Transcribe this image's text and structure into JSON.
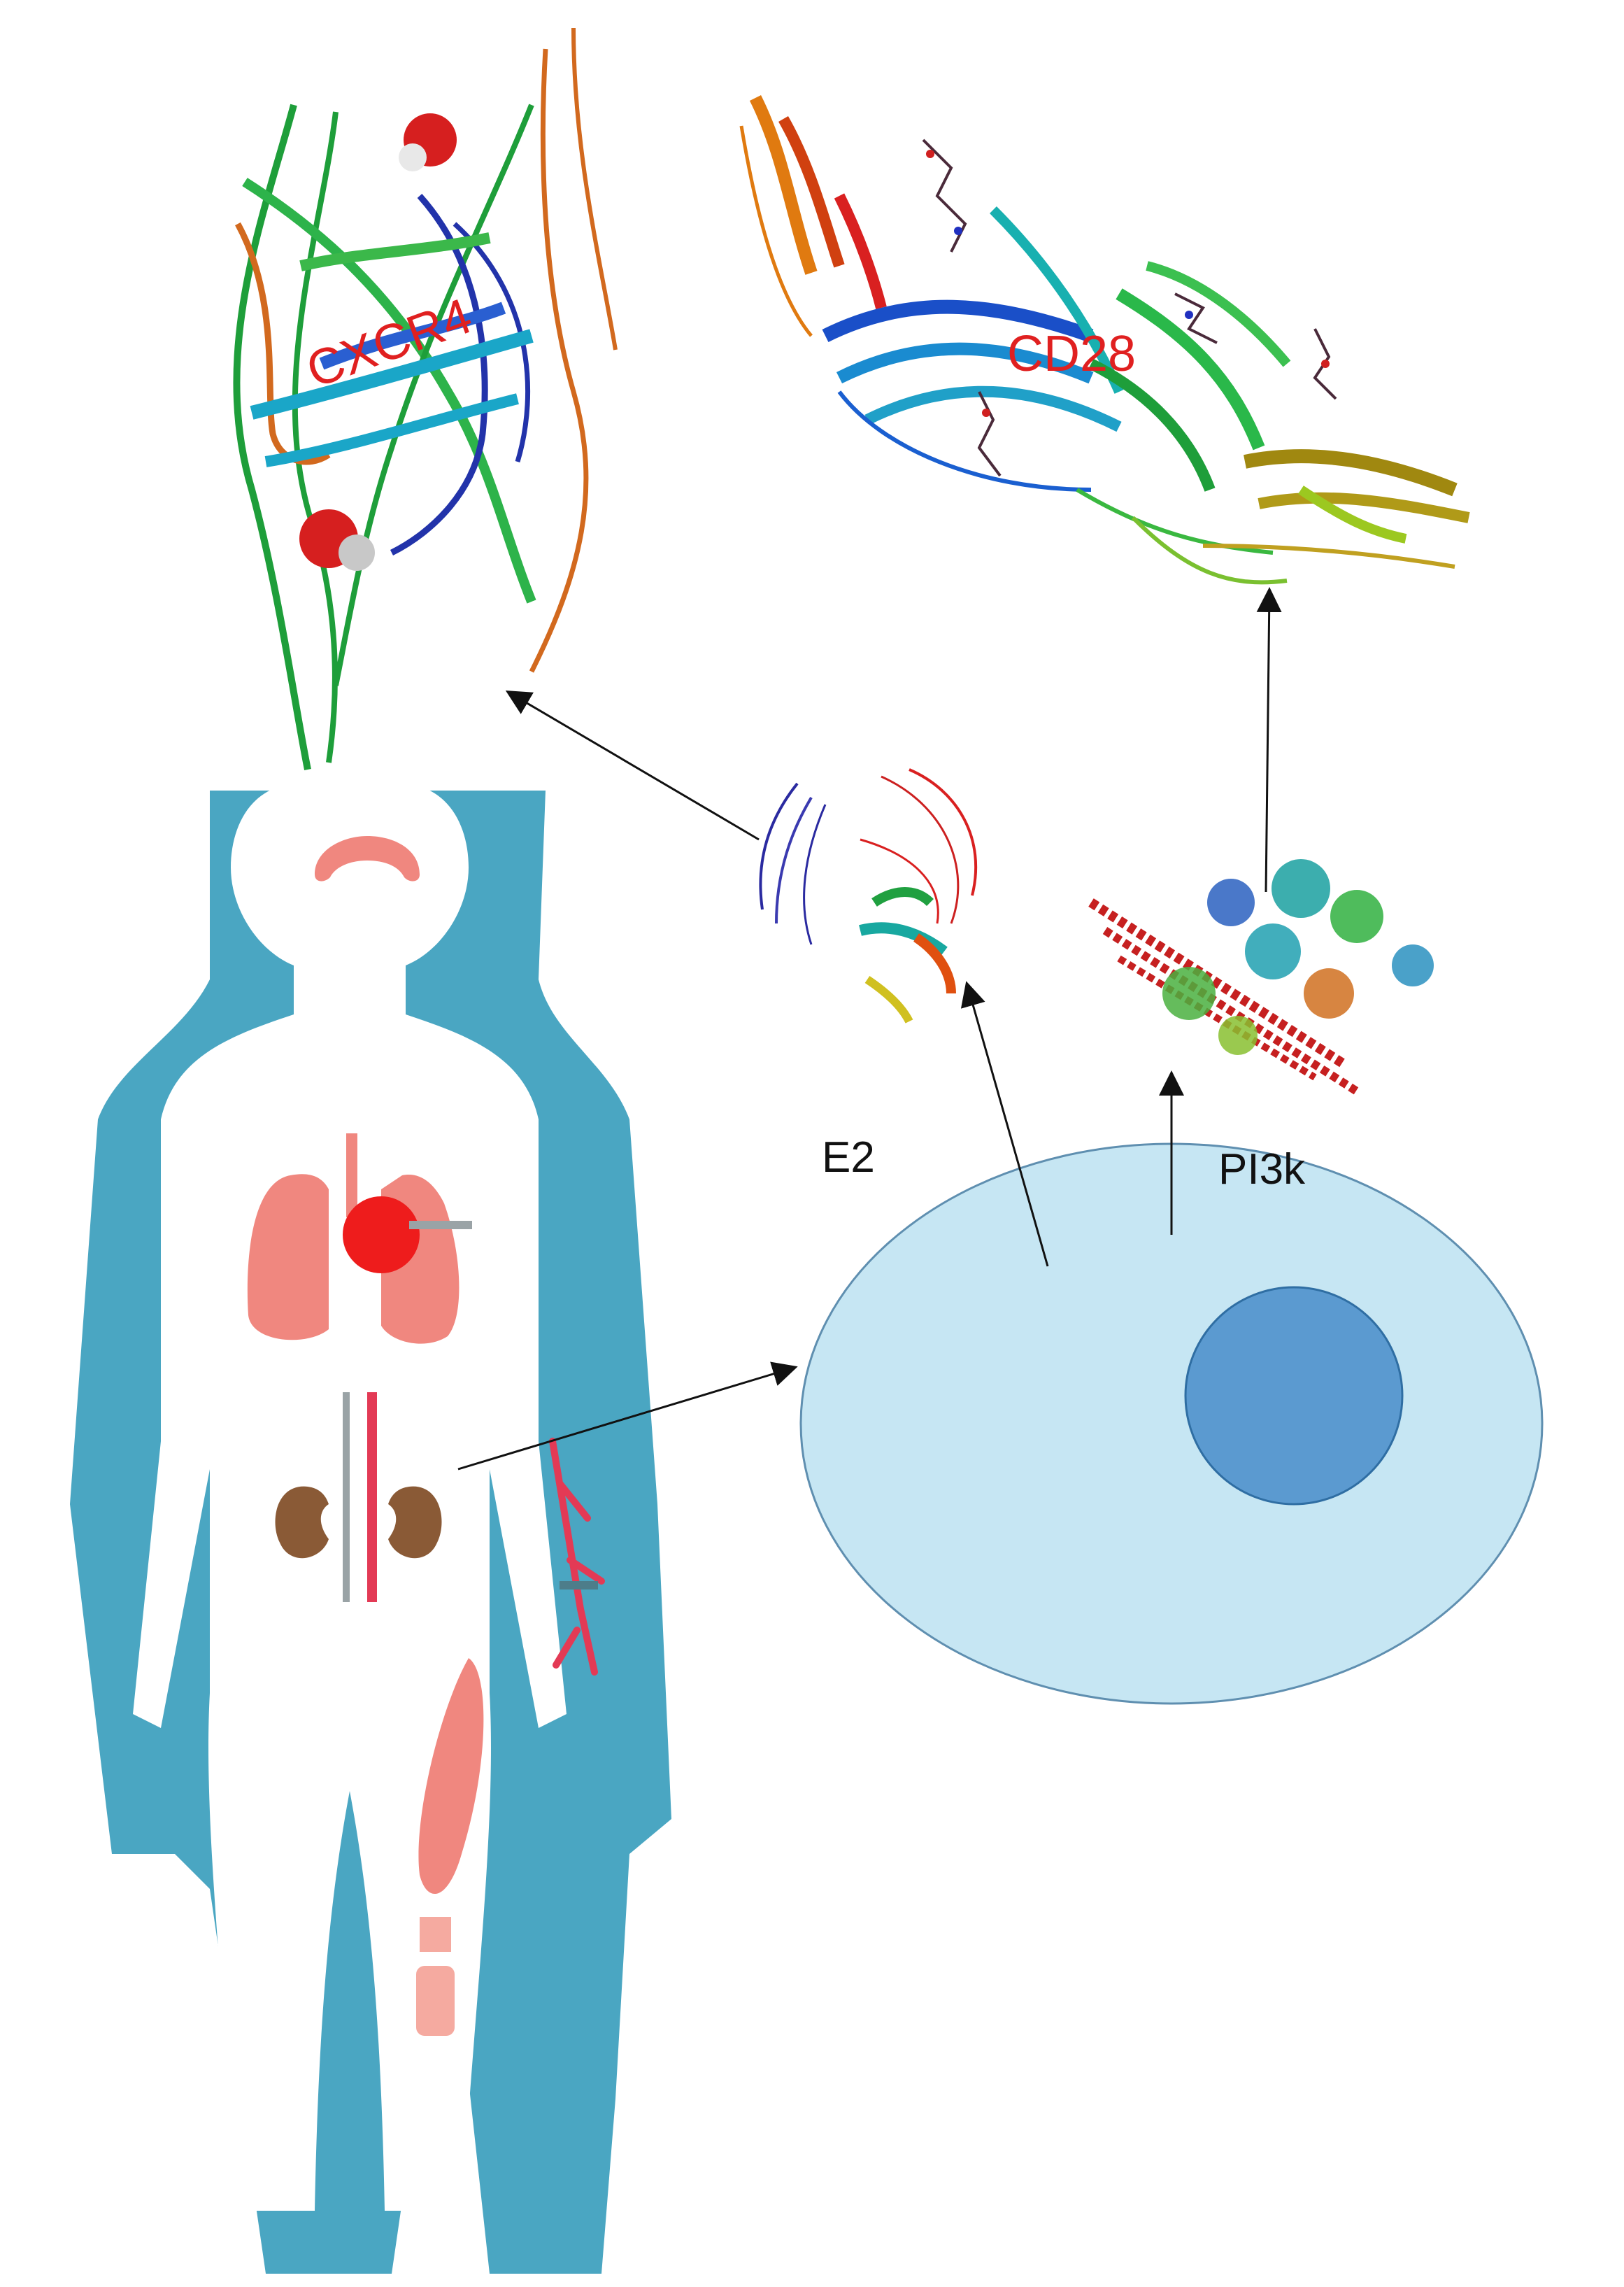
{
  "labels": {
    "cxcr4": "CXCR4",
    "cd28": "CD28",
    "e2": "E2",
    "pi3k": "PI3k"
  },
  "colors": {
    "silhouette": "#4aa6c2",
    "body_fill": "#ffffff",
    "organ": "#f0877f",
    "heart": "#ee1c1c",
    "kidney": "#8a5a36",
    "vessel_red": "#e33a55",
    "vessel_gray": "#9aa3a6",
    "cell": "#c6e6f3",
    "cell_stroke": "#5f8fb0",
    "nucleus": "#5b9ad0",
    "nucleus_stroke": "#2f6ea3",
    "arrow": "#111111",
    "protein_label": "#e02020"
  }
}
